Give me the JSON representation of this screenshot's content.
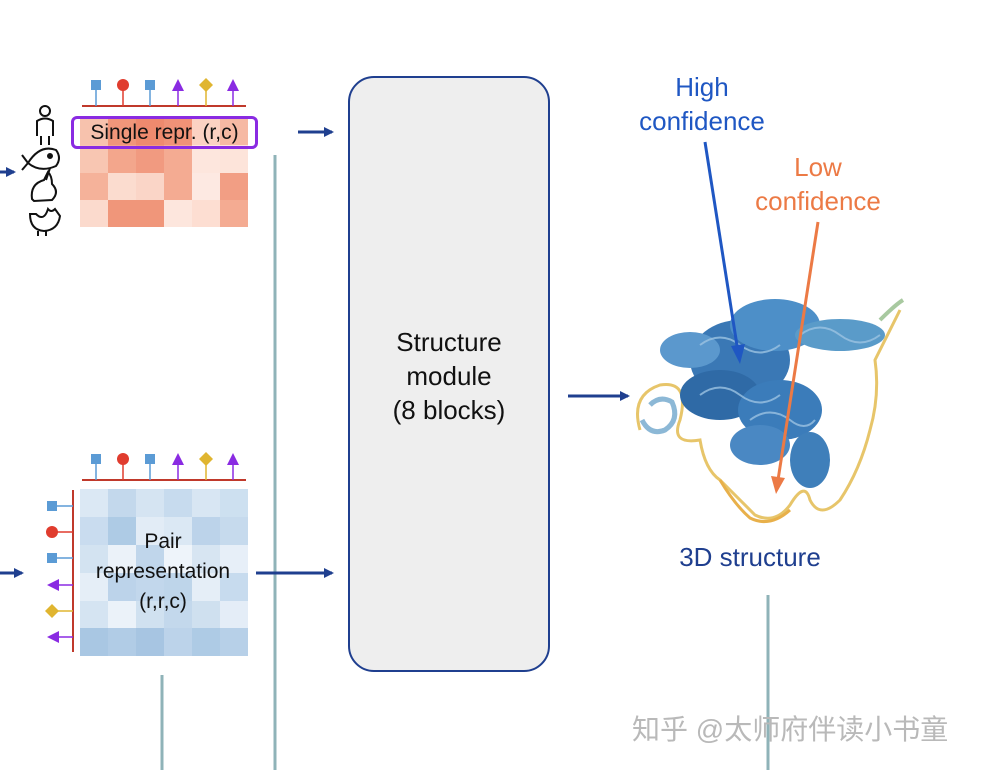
{
  "single_repr": {
    "label": "Single repr. (r,c)"
  },
  "pair_repr": {
    "line1": "Pair",
    "line2": "representation",
    "line3": "(r,r,c)"
  },
  "structure_module": {
    "line1": "Structure",
    "line2": "module",
    "line3": "(8 blocks)"
  },
  "confidence": {
    "high_line1": "High",
    "high_line2": "confidence",
    "low_line1": "Low",
    "low_line2": "confidence"
  },
  "output": {
    "caption": "3D structure"
  },
  "watermark": "知乎 @太师府伴读小书童",
  "colors": {
    "arrow": "#1f3f8f",
    "high_confidence": "#1f57c3",
    "low_confidence": "#ec7a45",
    "single_highlight": "#8a2be2",
    "divider": "#8fb3b8"
  },
  "icons": [
    "human-icon",
    "fish-icon",
    "rabbit-icon",
    "chicken-icon",
    "square-marker-icon",
    "circle-marker-icon",
    "triangle-marker-icon",
    "diamond-marker-icon"
  ]
}
